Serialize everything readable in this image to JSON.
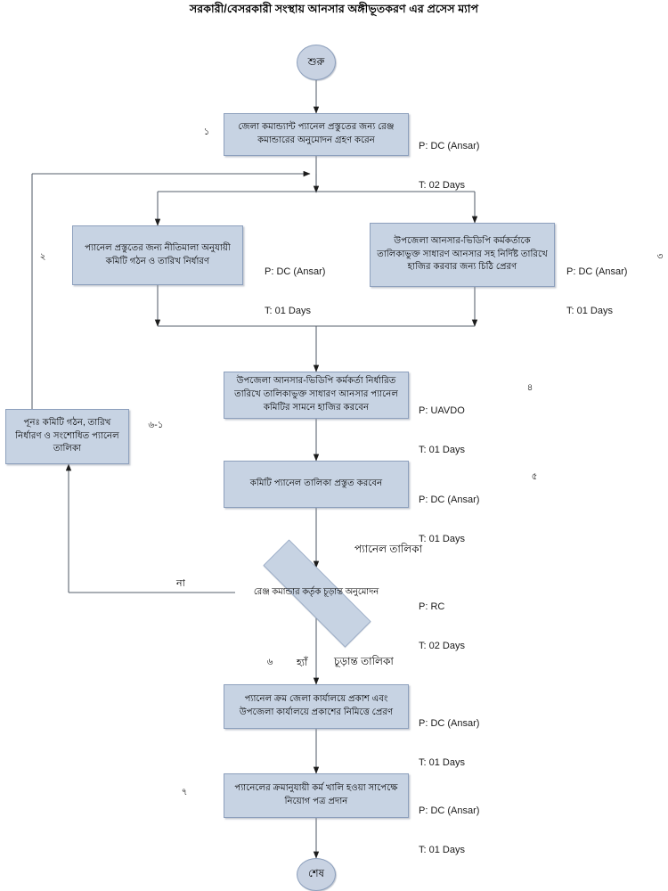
{
  "page": {
    "title": "সরকারী/বেসরকারী সংস্থায় আনসার অঙ্গীভূতকরণ এর প্রসেস ম্যাপ",
    "bg_color": "#ffffff",
    "node_fill": "#c7d3e3",
    "node_border": "#8da0bd",
    "line_color": "#3a3a3a"
  },
  "terminators": {
    "start": "শুরু",
    "end": "শেষ"
  },
  "steps": [
    {
      "id": "step1",
      "number": "১",
      "text": "জেলা কমান্ড্যান্ট প্যানেল প্রস্তুতের জন্য রেঞ্জ কমান্ডারের অনুমোদন গ্রহণ করেন",
      "person": "P: DC (Ansar)",
      "time": "T: 02 Days"
    },
    {
      "id": "step2",
      "number": "২",
      "text": "প্যানেল প্রস্তুতের জন্য নীতিমালা অনুযায়ী কমিটি গঠন ও তারিখ নির্ধারণ",
      "person": "P: DC (Ansar)",
      "time": "T: 01 Days"
    },
    {
      "id": "step3",
      "number": "৩",
      "text": "উপজেলা আনসার-ভিডিপি কর্মকর্তাকে তালিকাভুক্ত সাধারণ আনসার সহ নির্দিষ্ট তারিখে হাজির করবার জন্য চিঠি প্রেরণ",
      "person": "P: DC (Ansar)",
      "time": "T: 01 Days"
    },
    {
      "id": "step4",
      "number": "৪",
      "text": "উপজেলা আনসার-ভিডিপি কর্মকর্তা নির্ধারিত তারিখে তালিকাভুক্ত সাধারণ আনসার প্যানেল কমিটির সামনে হাজির করবেন",
      "person": "P: UAVDO",
      "time": "T: 01 Days"
    },
    {
      "id": "step5",
      "number": "৫",
      "text": "কমিটি প্যানেল তালিকা প্রস্তুত করবেন",
      "person": "P: DC (Ansar)",
      "time": "T: 01 Days"
    },
    {
      "id": "step6",
      "number": "৬",
      "text": "রেঞ্জ কমান্ডার কর্তৃক চূড়ান্ত অনুমোদন",
      "person": "P: RC",
      "time": "T: 02 Days"
    },
    {
      "id": "step6_1",
      "number": "৬-১",
      "text": "পূনঃ  কমিটি গঠন, তারিখ নির্ধারণ ও সংশোধিত প্যানেল তালিকা",
      "person": "",
      "time": ""
    },
    {
      "id": "step6_pub",
      "number": "",
      "text": "প্যানেল ক্রম জেলা কার্যালয়ে প্রকাশ এবং উপজেলা কার্যালয়ে প্রকাশের নিমিত্তে প্রেরণ",
      "person": "P: DC (Ansar)",
      "time": "T: 01 Days"
    },
    {
      "id": "step7",
      "number": "৭",
      "text": "প্যানেলের ক্রমানুযায়ী কর্ম খালি হওয়া সাপেক্ষে নিয়োগ পত্র প্রদান",
      "person": "P: DC (Ansar)",
      "time": "T: 01 Days"
    }
  ],
  "edge_labels": {
    "no": "না",
    "yes": "হ্যাঁ"
  },
  "flow_labels": {
    "panel_list": "প্যানেল তালিকা",
    "final_list": "চূড়ান্ত তালিকা"
  }
}
